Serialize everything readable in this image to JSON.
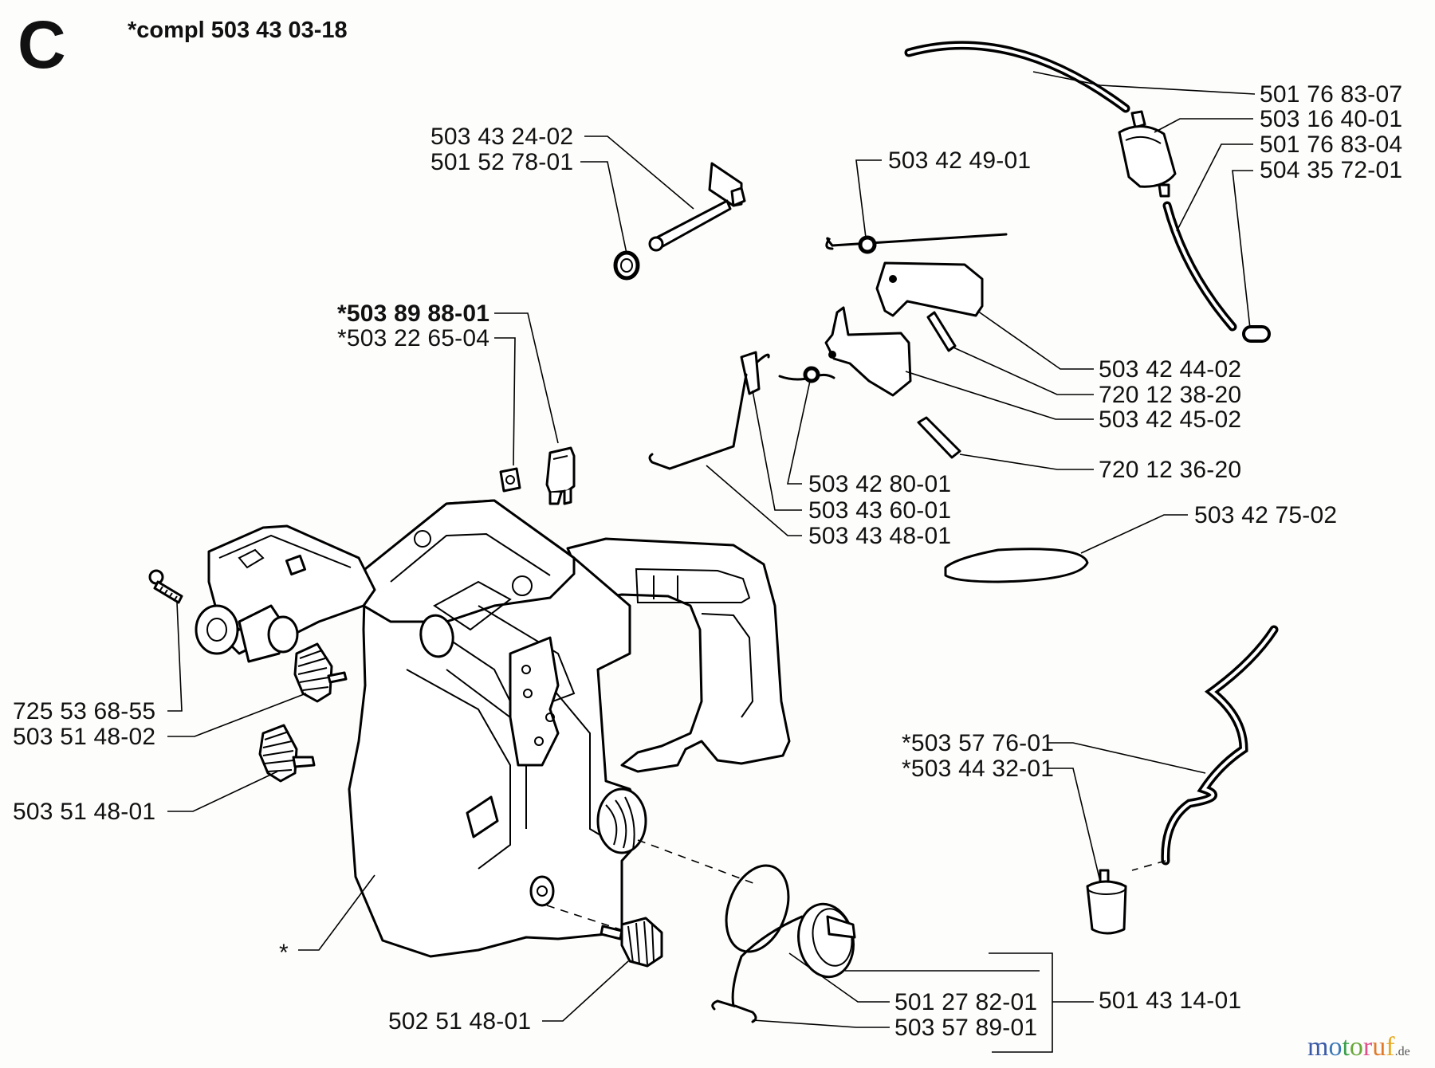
{
  "diagram": {
    "section_letter": "C",
    "assembly_note": "*compl 503 43 03-18",
    "labels": {
      "fuel_hose_upper": "501 76 83-07",
      "fuel_filter_top": "503 16 40-01",
      "fuel_hose_lower": "501 76 83-04",
      "hose_clip": "504 35 72-01",
      "lever_link": "503 43 24-02",
      "washer": "501 52 78-01",
      "spring_top": "503 42 49-01",
      "bracket_bold": "*503 89 88-01",
      "plate": "*503 22 65-04",
      "throttle_lockout": "503 42 44-02",
      "pin_upper": "720 12 38-20",
      "throttle_trigger": "503 42 45-02",
      "pin_lower": "720 12 36-20",
      "grip_insert": "503 42 75-02",
      "trigger_spring": "503 42 80-01",
      "rod_clip": "503 43 60-01",
      "throttle_rod": "503 43 48-01",
      "screw": "725 53 68-55",
      "av_buffer_upper": "503 51 48-02",
      "av_buffer_lower": "503 51 48-01",
      "tank_hose": "*503 57 76-01",
      "tank_filter": "*503 44 32-01",
      "housing_asterisk": "*",
      "av_buffer_bottom": "502 51 48-01",
      "oring": "501 27 82-01",
      "cap_strap": "503 57 89-01",
      "fuel_cap_assembly": "501 43 14-01"
    },
    "watermark": {
      "letters": [
        "m",
        "o",
        "t",
        "o",
        "r",
        "u",
        "f"
      ],
      "colors": [
        "#3a5aa8",
        "#3a78b8",
        "#3aa04a",
        "#6aa83a",
        "#e0508a",
        "#e07a2a",
        "#e8a820"
      ],
      "suffix": ".de"
    }
  }
}
